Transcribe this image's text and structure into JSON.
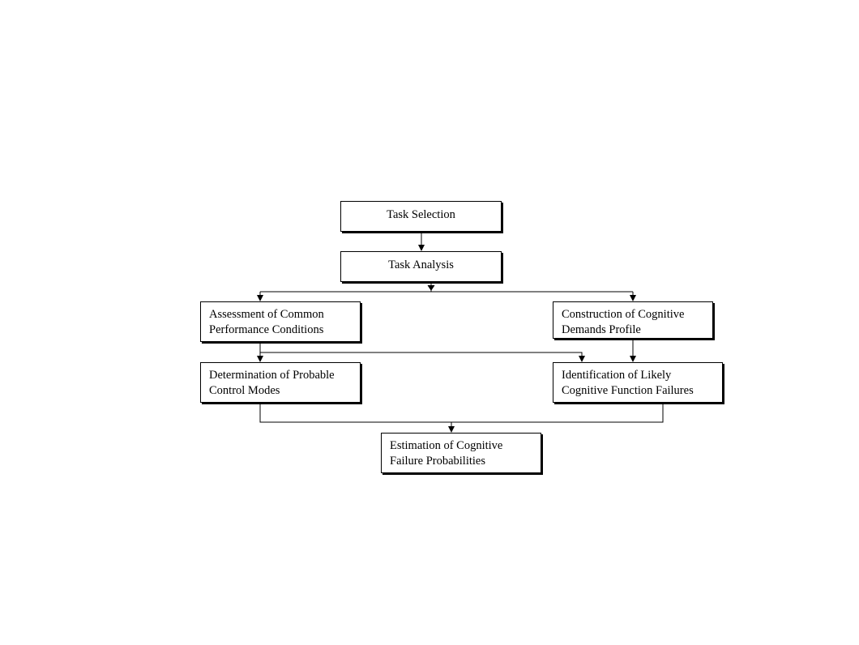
{
  "diagram": {
    "nodes": {
      "task_selection": {
        "lines": [
          "Task Selection"
        ]
      },
      "task_analysis": {
        "lines": [
          "Task Analysis"
        ]
      },
      "assessment": {
        "lines": [
          "Assessment of Common",
          "Performance Conditions"
        ]
      },
      "construction": {
        "lines": [
          "Construction of Cognitive",
          "Demands Profile"
        ]
      },
      "determination": {
        "lines": [
          "Determination of Probable",
          "Control Modes"
        ]
      },
      "identification": {
        "lines": [
          "Identification of Likely",
          "Cognitive Function Failures"
        ]
      },
      "estimation": {
        "lines": [
          "Estimation of Cognitive",
          "Failure Probabilities"
        ]
      }
    },
    "edges": [
      {
        "from": "task_selection",
        "to": "task_analysis"
      },
      {
        "from": "task_analysis",
        "to": "assessment"
      },
      {
        "from": "task_analysis",
        "to": "construction"
      },
      {
        "from": "assessment",
        "to": "determination"
      },
      {
        "from": "assessment",
        "to": "identification"
      },
      {
        "from": "construction",
        "to": "identification"
      },
      {
        "from": "determination",
        "to": "estimation"
      },
      {
        "from": "identification",
        "to": "estimation"
      }
    ]
  }
}
